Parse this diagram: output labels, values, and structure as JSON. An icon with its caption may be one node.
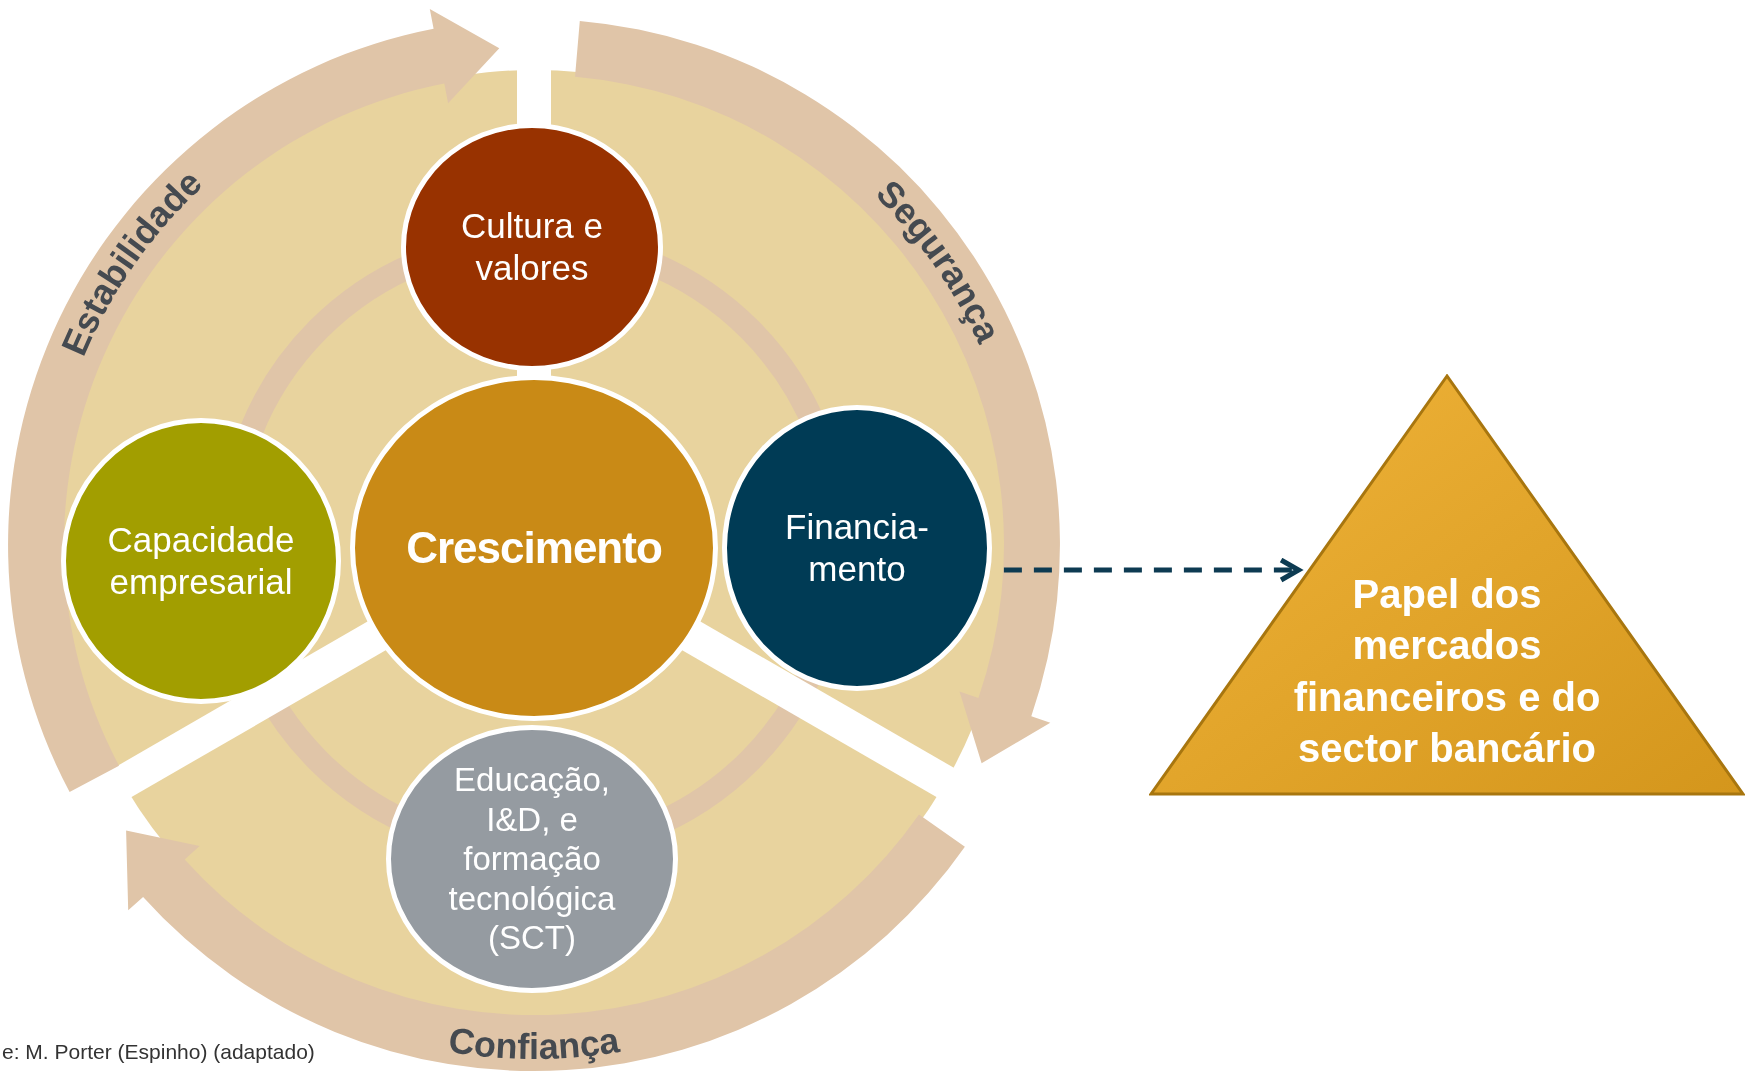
{
  "diagram": {
    "nodes": [
      {
        "text": [
          "Cultura e valores"
        ]
      },
      {
        "text": [
          "Capacidade empresarial"
        ]
      },
      {
        "text": [
          "Crescimento"
        ]
      },
      {
        "text": [
          "Financia- mento"
        ]
      },
      {
        "text": [
          "Educação, I&D, e formação tecnológica (SCT)"
        ]
      },
      {
        "text": [
          "Papel dos mercados financeiros e do sector bancário"
        ]
      }
    ],
    "edges": [
      {
        "from": 3,
        "to": 5,
        "arrow": "to",
        "style": "dashed"
      }
    ],
    "labels": [
      "Estabilidade",
      "Segurança",
      "Confiança",
      "e: M. Porter (Espinho) (adaptado)"
    ]
  }
}
